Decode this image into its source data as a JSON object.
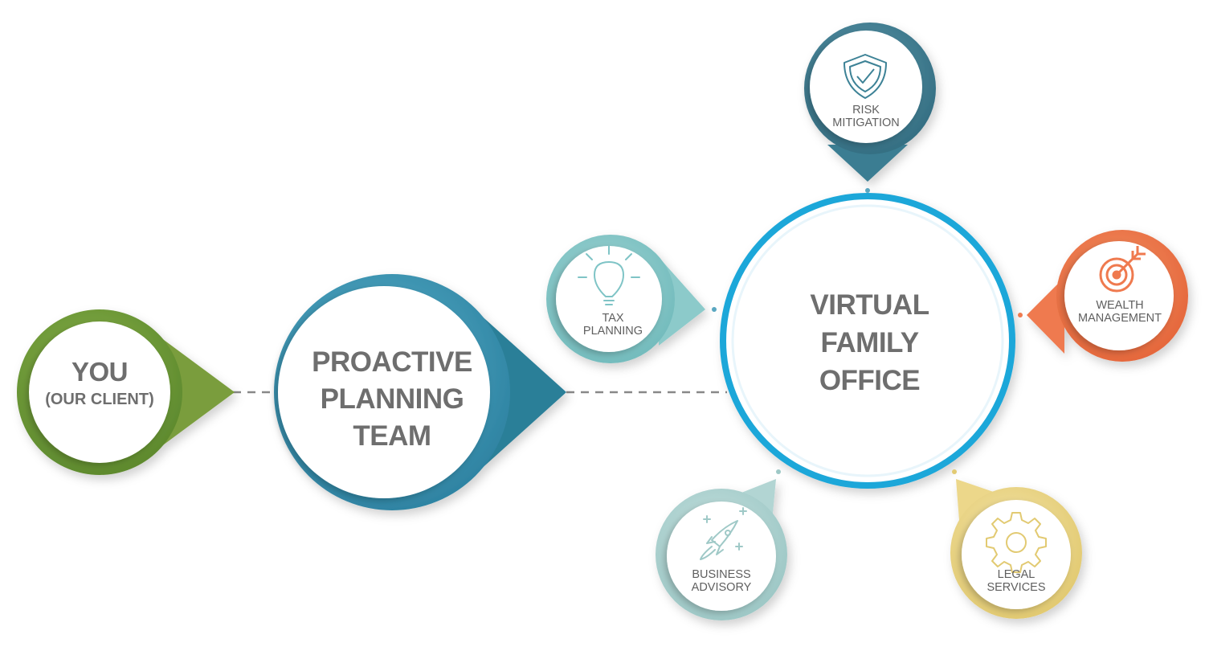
{
  "you": {
    "title": "YOU",
    "subtitle": "(OUR CLIENT)"
  },
  "planning": {
    "line1": "PROACTIVE",
    "line2": "PLANNING",
    "line3": "TEAM"
  },
  "vfo": {
    "line1": "VIRTUAL",
    "line2": "FAMILY",
    "line3": "OFFICE"
  },
  "services": {
    "risk": {
      "line1": "RISK",
      "line2": "MITIGATION",
      "icon": "shield-check-icon",
      "color": "#3d8296"
    },
    "wealth": {
      "line1": "WEALTH",
      "line2": "MANAGEMENT",
      "icon": "target-icon",
      "color": "#ef7a4f"
    },
    "tax": {
      "line1": "TAX",
      "line2": "PLANNING",
      "icon": "lightbulb-icon",
      "color": "#7fc4c6"
    },
    "business": {
      "line1": "BUSINESS",
      "line2": "ADVISORY",
      "icon": "rocket-icon",
      "color": "#a7cfce"
    },
    "legal": {
      "line1": "LEGAL",
      "line2": "SERVICES",
      "icon": "gear-icon",
      "color": "#ecd78a"
    }
  },
  "colors": {
    "client": "#6f9a3a",
    "planning": "#3a97b5",
    "vfo": "#22a9d8",
    "connector": "#8a8a8a"
  }
}
